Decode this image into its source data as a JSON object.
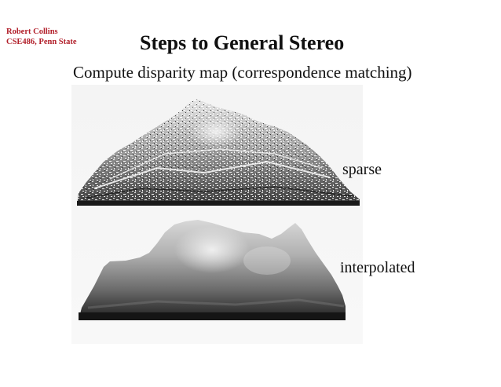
{
  "header": {
    "author_line1": "Robert Collins",
    "author_line2": "CSE486, Penn State"
  },
  "slide": {
    "title": "Steps to General Stereo",
    "subtitle": "Compute disparity map (correspondence matching)"
  },
  "figures": {
    "sparse_label": "sparse",
    "interpolated_label": "interpolated"
  },
  "colors": {
    "author": "#b2202b",
    "text": "#111111",
    "background": "#ffffff"
  }
}
